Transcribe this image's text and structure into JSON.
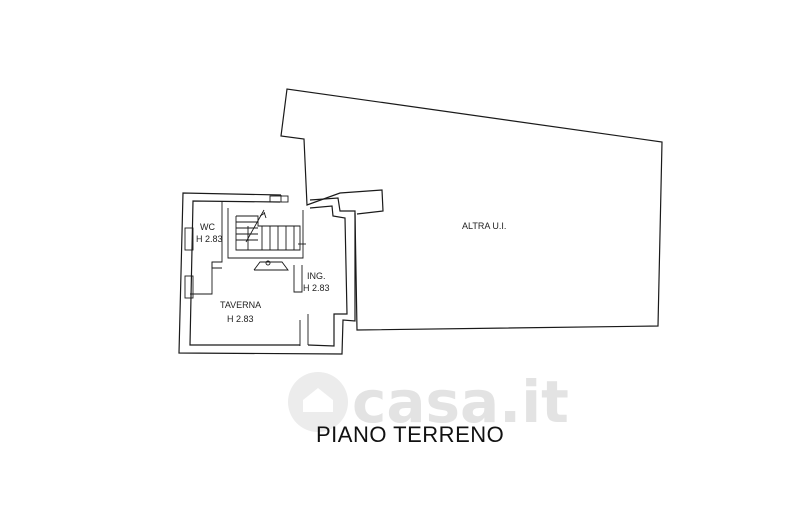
{
  "plan": {
    "rooms": [
      {
        "id": "wc",
        "name": "WC",
        "height": "H 2.83"
      },
      {
        "id": "taverna",
        "name": "TAVERNA",
        "height": "H 2.83"
      },
      {
        "id": "ingresso",
        "name": "ING.",
        "height": "H 2.83"
      },
      {
        "id": "altra",
        "name": "ALTRA U.I."
      }
    ],
    "title": "PIANO TERRENO"
  },
  "watermark": {
    "text": "casa.it"
  },
  "colors": {
    "line": "#1a1a1a",
    "background": "#ffffff",
    "watermark": "#e3e3e3"
  }
}
